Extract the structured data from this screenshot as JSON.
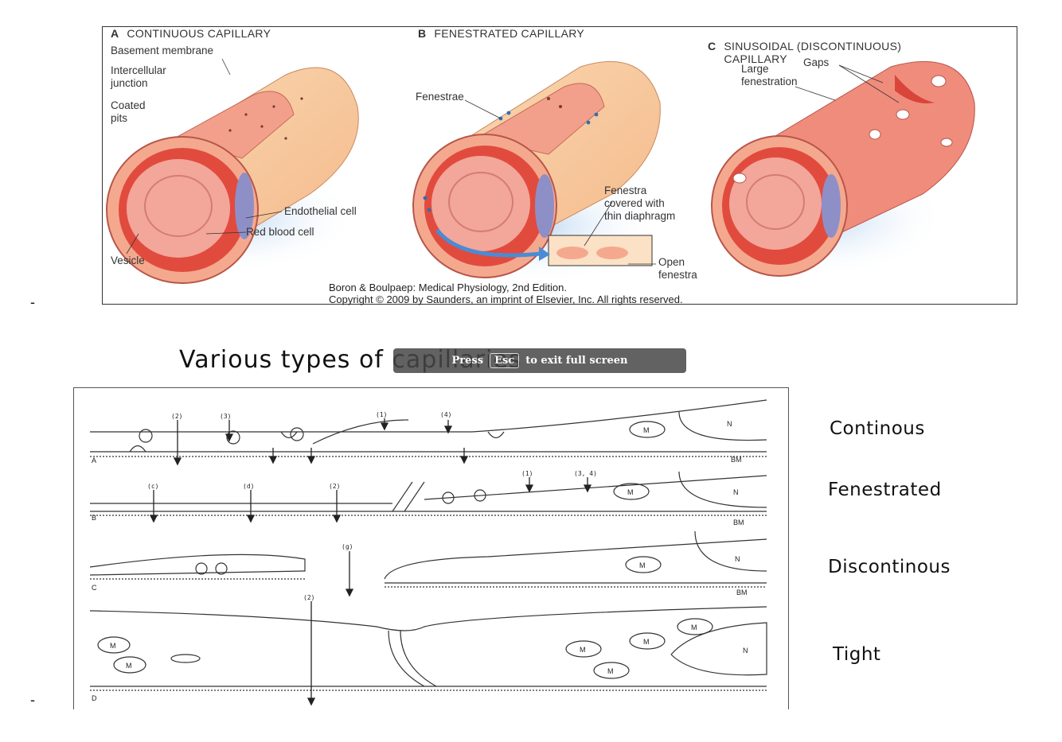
{
  "figure_top": {
    "panels": [
      {
        "letter": "A",
        "title": "CONTINUOUS CAPILLARY"
      },
      {
        "letter": "B",
        "title": "FENESTRATED CAPILLARY"
      },
      {
        "letter": "C",
        "title": "SINUSOIDAL (DISCONTINUOUS)\nCAPILLARY"
      }
    ],
    "labels_a": {
      "basement_membrane": "Basement membrane",
      "intercellular_junction": "Intercellular\njunction",
      "coated_pits": "Coated\npits",
      "endothelial_cell": "Endothelial cell",
      "red_blood_cell": "Red blood cell",
      "vesicle": "Vesicle"
    },
    "labels_b": {
      "fenestrae": "Fenestrae",
      "fenestra_covered": "Fenestra\ncovered with\nthin diaphragm",
      "open_fenestra": "Open\nfenestra"
    },
    "labels_c": {
      "large_fenestration": "Large\nfenestration",
      "gaps": "Gaps"
    },
    "credit_line1": "Boron & Boulpaep: Medical Physiology, 2nd Edition.",
    "credit_line2": "Copyright © 2009 by Saunders, an imprint of Elsevier, Inc. All rights reserved."
  },
  "heading": "Various types of capillaries",
  "esc_banner": {
    "press": "Press",
    "key": "Esc",
    "rest": "to exit full screen"
  },
  "figure_bottom": {
    "rows": [
      {
        "letter": "A",
        "markers": [
          "(2)",
          "(3)",
          "(1)",
          "(4)"
        ],
        "bm": "BM",
        "n": "N"
      },
      {
        "letter": "B",
        "markers": [
          "(c)",
          "(d)",
          "(2)",
          "(1)",
          "(3, 4)"
        ],
        "bm": "BM",
        "n": "N"
      },
      {
        "letter": "C",
        "markers": [
          "(g)"
        ],
        "bm": "BM",
        "n": "N"
      },
      {
        "letter": "D",
        "markers": [
          "(2)"
        ],
        "n": "N"
      }
    ],
    "mito_label": "M"
  },
  "side_labels": [
    "Continous",
    "Fenestrated",
    "Discontinous",
    "Tight"
  ],
  "bullets": [
    "-",
    "-"
  ],
  "colors": {
    "capillary_outer": "#f7c99a",
    "capillary_pink": "#ef8a7a",
    "capillary_red": "#d9453a",
    "nucleus_purple": "#8f8fc7",
    "arrow_blue": "#4a8bd6",
    "pore_blue": "#2f6fb3"
  }
}
